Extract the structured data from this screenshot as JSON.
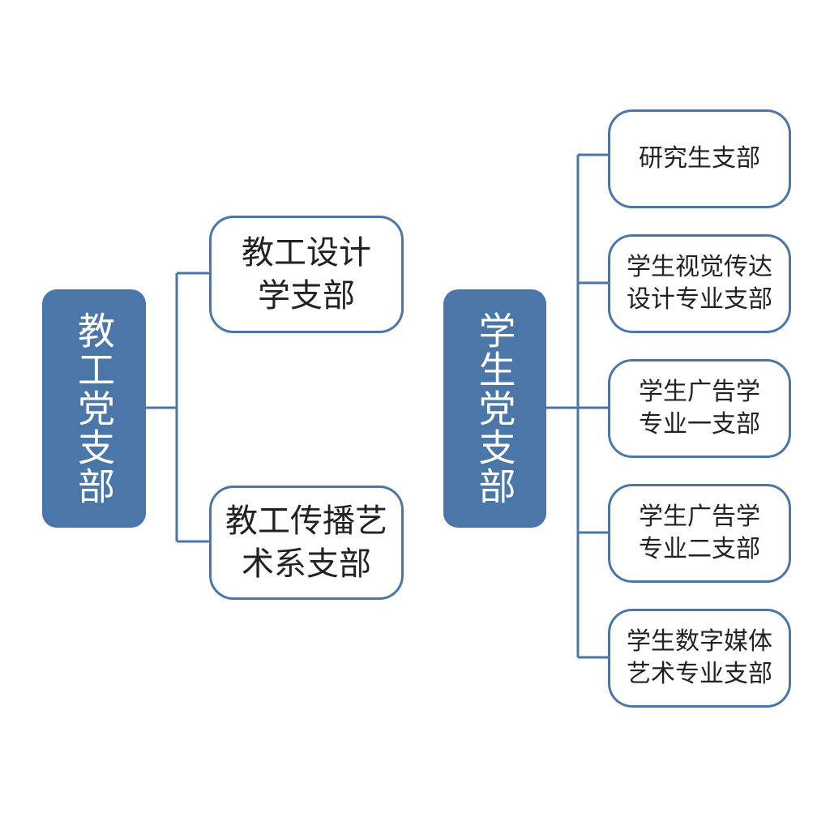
{
  "colors": {
    "accent": "#4a76a8",
    "text": "#222222",
    "background": "#ffffff"
  },
  "groups": [
    {
      "root": {
        "label": "教工党支部"
      },
      "children": [
        {
          "lines": [
            "教工设计",
            "学支部"
          ]
        },
        {
          "lines": [
            "教工传播艺",
            "术系支部"
          ]
        }
      ]
    },
    {
      "root": {
        "label": "学生党支部"
      },
      "children": [
        {
          "lines": [
            "研究生支部"
          ]
        },
        {
          "lines": [
            "学生视觉传达",
            "设计专业支部"
          ]
        },
        {
          "lines": [
            "学生广告学",
            "专业一支部"
          ]
        },
        {
          "lines": [
            "学生广告学",
            "专业二支部"
          ]
        },
        {
          "lines": [
            "学生数字媒体",
            "艺术专业支部"
          ]
        }
      ]
    }
  ]
}
